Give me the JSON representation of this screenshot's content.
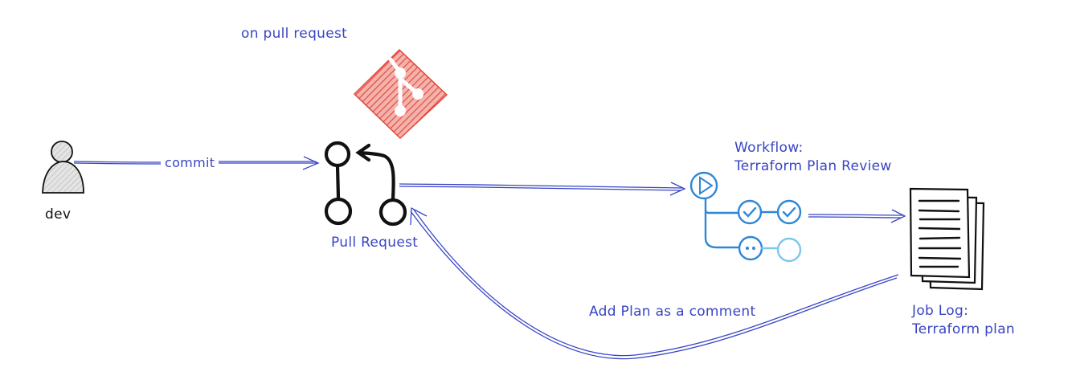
{
  "trigger": {
    "label": "on pull request"
  },
  "actor": {
    "label": "dev"
  },
  "commit_edge": {
    "label": "commit"
  },
  "pull_request": {
    "label": "Pull Request"
  },
  "workflow": {
    "line1": "Workflow:",
    "line2": "Terraform Plan Review"
  },
  "job_log": {
    "line1": "Job Log:",
    "line2": "Terraform plan"
  },
  "comment_edge": {
    "label": "Add Plan as a comment"
  },
  "colors": {
    "edge": "#3845c4",
    "git_logo": "#e0463a",
    "workflow_icon": "#2f86d8",
    "workflow_icon_light": "#7cc7ec",
    "ink": "#111111",
    "actor_fill": "#c9c9c9"
  },
  "icons": {
    "actor": "person-icon",
    "git": "git-logo-icon",
    "pull_request": "pull-request-icon",
    "workflow": "workflow-icon",
    "job_log": "document-stack-icon"
  }
}
